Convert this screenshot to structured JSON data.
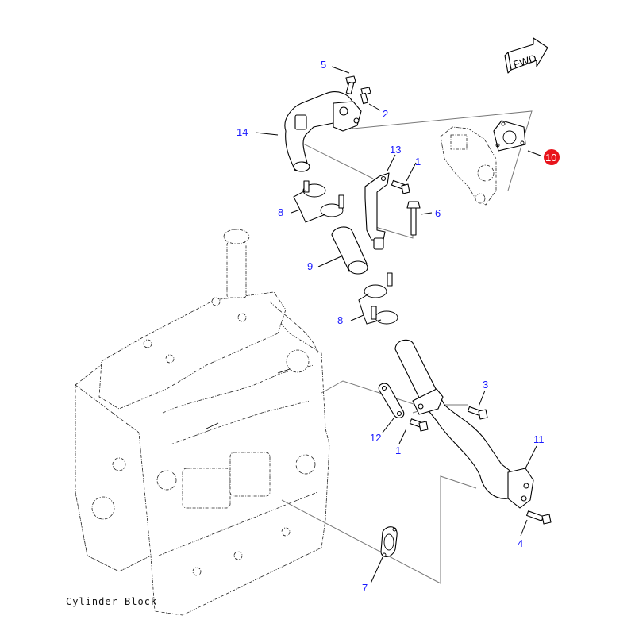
{
  "diagram": {
    "caption": "Cylinder Block",
    "orientation_badge": "FWD",
    "highlight_color": "#e8141c",
    "callout_color": "#1a1aff",
    "highlighted_part": "10",
    "callouts": [
      {
        "id": "1a",
        "label": "1"
      },
      {
        "id": "1b",
        "label": "1"
      },
      {
        "id": "2",
        "label": "2"
      },
      {
        "id": "3",
        "label": "3"
      },
      {
        "id": "4",
        "label": "4"
      },
      {
        "id": "5",
        "label": "5"
      },
      {
        "id": "6",
        "label": "6"
      },
      {
        "id": "7",
        "label": "7"
      },
      {
        "id": "8a",
        "label": "8"
      },
      {
        "id": "8b",
        "label": "8"
      },
      {
        "id": "9",
        "label": "9"
      },
      {
        "id": "10",
        "label": "10"
      },
      {
        "id": "11",
        "label": "11"
      },
      {
        "id": "12",
        "label": "12"
      },
      {
        "id": "13",
        "label": "13"
      },
      {
        "id": "14",
        "label": "14"
      }
    ]
  }
}
